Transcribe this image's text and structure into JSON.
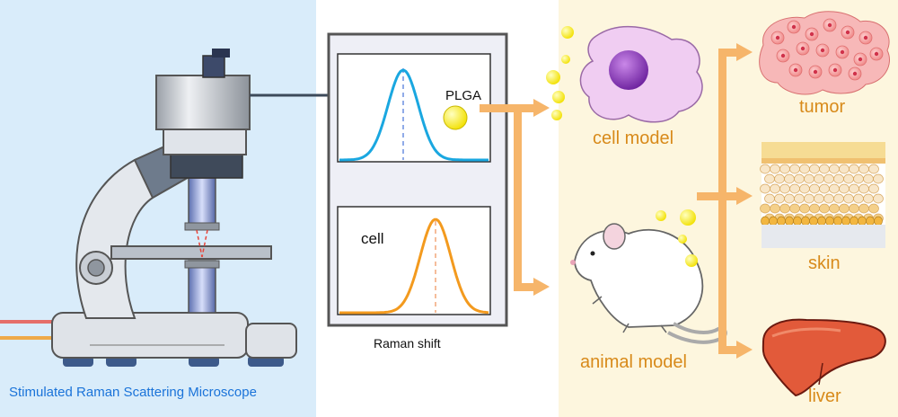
{
  "microscope": {
    "caption": "Stimulated Raman Scattering Microscope",
    "caption_color": "#1a73d9",
    "panel_color": "#d9ecfa"
  },
  "spectra": {
    "xlabel": "Raman shift",
    "top": {
      "label": "PLGA",
      "line_color": "#1aa7e0",
      "dash_color": "#6b8fe0"
    },
    "bottom": {
      "label": "cell",
      "line_color": "#f39a1e",
      "dash_color": "#f2a77a"
    }
  },
  "models": {
    "panel_color": "#fdf6de",
    "arrow_color": "#f6b56a",
    "text_color": "#d88a1a",
    "cell": "cell model",
    "animal": "animal model"
  },
  "tissues": {
    "tumor": "tumor",
    "skin": "skin",
    "liver": "liver"
  },
  "icons": [
    "microscope-icon",
    "plga-particle-icon",
    "macrophage-cell-icon",
    "mouse-icon",
    "tumor-tissue-icon",
    "skin-layers-icon",
    "liver-icon"
  ]
}
